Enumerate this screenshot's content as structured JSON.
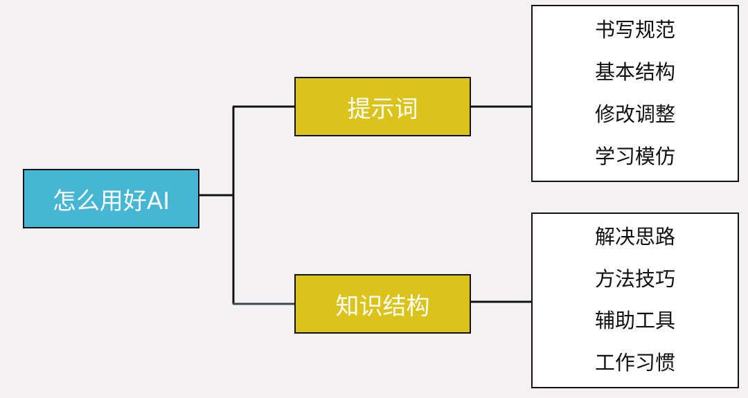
{
  "root": {
    "label": "怎么用好AI"
  },
  "branches": [
    {
      "label": "提示词",
      "items": [
        "书写规范",
        "基本结构",
        "修改调整",
        "学习模仿"
      ]
    },
    {
      "label": "知识结构",
      "items": [
        "解决思路",
        "方法技巧",
        "辅助工具",
        "工作习惯"
      ]
    }
  ],
  "colors": {
    "root_fill": "#45b6d4",
    "branch_fill": "#dcc31b",
    "leaf_fill": "#ffffff",
    "background": "#f4f2f3",
    "line": "#111111"
  }
}
